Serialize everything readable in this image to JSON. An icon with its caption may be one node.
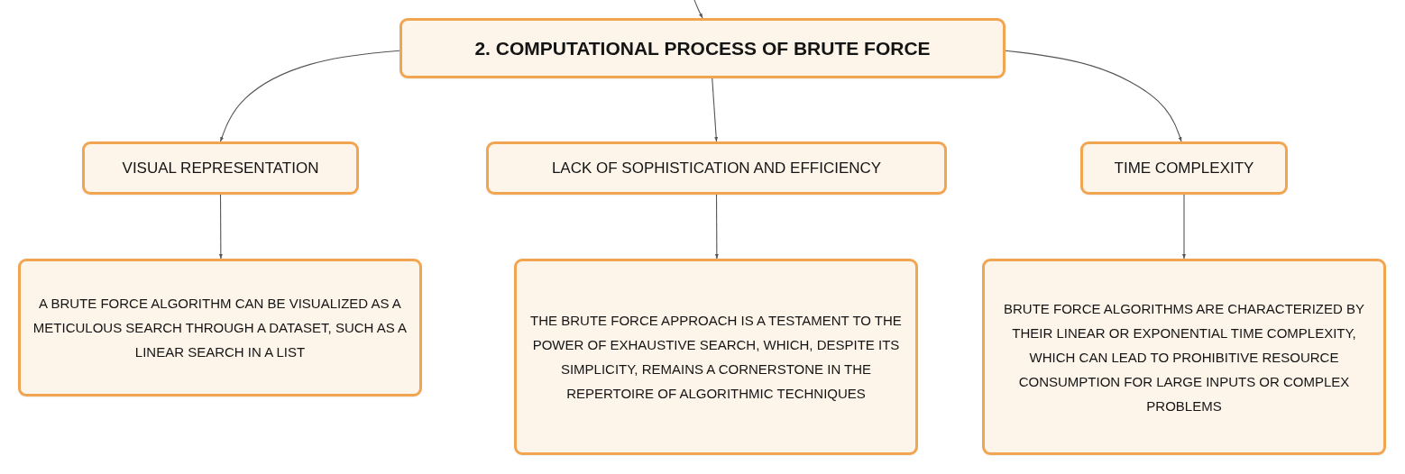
{
  "diagram": {
    "nodes": [
      {
        "text": [
          "2. COMPUTATIONAL PROCESS OF BRUTE FORCE"
        ]
      },
      {
        "text": [
          "VISUAL REPRESENTATION"
        ]
      },
      {
        "text": [
          "LACK OF SOPHISTICATION AND EFFICIENCY"
        ]
      },
      {
        "text": [
          "TIME COMPLEXITY"
        ]
      },
      {
        "text": [
          "A BRUTE FORCE ALGORITHM CAN BE VISUALIZED AS A METICULOUS SEARCH THROUGH A DATASET, SUCH AS A LINEAR SEARCH IN A LIST"
        ]
      },
      {
        "text": [
          "THE BRUTE FORCE APPROACH IS A TESTAMENT TO THE POWER OF EXHAUSTIVE SEARCH, WHICH, DESPITE ITS SIMPLICITY, REMAINS A CORNERSTONE IN THE REPERTOIRE OF ALGORITHMIC TECHNIQUES"
        ]
      },
      {
        "text": [
          "BRUTE FORCE ALGORITHMS ARE CHARACTERIZED BY THEIR LINEAR OR EXPONENTIAL TIME COMPLEXITY, WHICH CAN LEAD TO PROHIBITIVE RESOURCE CONSUMPTION FOR LARGE INPUTS OR COMPLEX PROBLEMS"
        ]
      }
    ],
    "edges": [
      {
        "from": null,
        "to": 0,
        "arrow": "to"
      },
      {
        "from": 0,
        "to": 1,
        "arrow": "to"
      },
      {
        "from": 0,
        "to": 2,
        "arrow": "to"
      },
      {
        "from": 0,
        "to": 3,
        "arrow": "to"
      },
      {
        "from": 1,
        "to": 4,
        "arrow": "to"
      },
      {
        "from": 2,
        "to": 5,
        "arrow": "to"
      },
      {
        "from": 3,
        "to": 6,
        "arrow": "to"
      }
    ]
  }
}
